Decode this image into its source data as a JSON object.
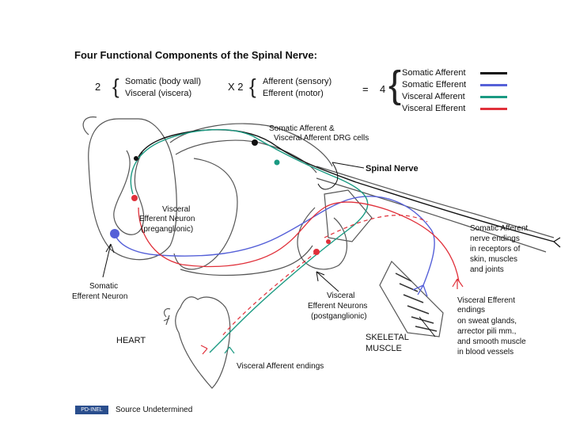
{
  "title": "Four Functional Components of the Spinal Nerve:",
  "equation": {
    "factor1": "2",
    "group1": [
      "Somatic (body wall)",
      "Visceral (viscera)"
    ],
    "times": "X 2",
    "group2": [
      "Afferent (sensory)",
      "Efferent (motor)"
    ],
    "equals": "=",
    "result": "4"
  },
  "legend": [
    {
      "label": "Somatic Afferent",
      "color": "#111111"
    },
    {
      "label": "Somatic Efferent",
      "color": "#5560d8"
    },
    {
      "label": "Visceral Afferent",
      "color": "#1a9a82"
    },
    {
      "label": "Visceral Efferent",
      "color": "#e0303a"
    }
  ],
  "labels": {
    "drg_line1": "Somatic Afferent &",
    "drg_line2": "Visceral Afferent DRG cells",
    "spinal_nerve": "Spinal Nerve",
    "visceral_pre_1": "Visceral",
    "visceral_pre_2": "Efferent Neuron",
    "visceral_pre_3": "(preganglionic)",
    "somatic_aff_1": "Somatic Afferent",
    "somatic_aff_2": "nerve endings",
    "somatic_aff_3": "in receptors of",
    "somatic_aff_4": "skin, muscles",
    "somatic_aff_5": "and joints",
    "somatic_eff_1": "Somatic",
    "somatic_eff_2": "Efferent Neuron",
    "visceral_post_1": "Visceral",
    "visceral_post_2": "Efferent Neurons",
    "visceral_post_3": "(postganglionic)",
    "visc_eff_end_1": "Visceral Efferent",
    "visc_eff_end_2": "endings",
    "visc_eff_end_3": "on sweat glands,",
    "visc_eff_end_4": "arrector pili mm.,",
    "visc_eff_end_5": "and smooth muscle",
    "visc_eff_end_6": "in blood vessels",
    "heart": "HEART",
    "skeletal_1": "SKELETAL",
    "skeletal_2": "MUSCLE",
    "visc_aff_end": "Visceral Afferent endings",
    "badge": "PD-INEL",
    "source": "Source Undetermined"
  }
}
